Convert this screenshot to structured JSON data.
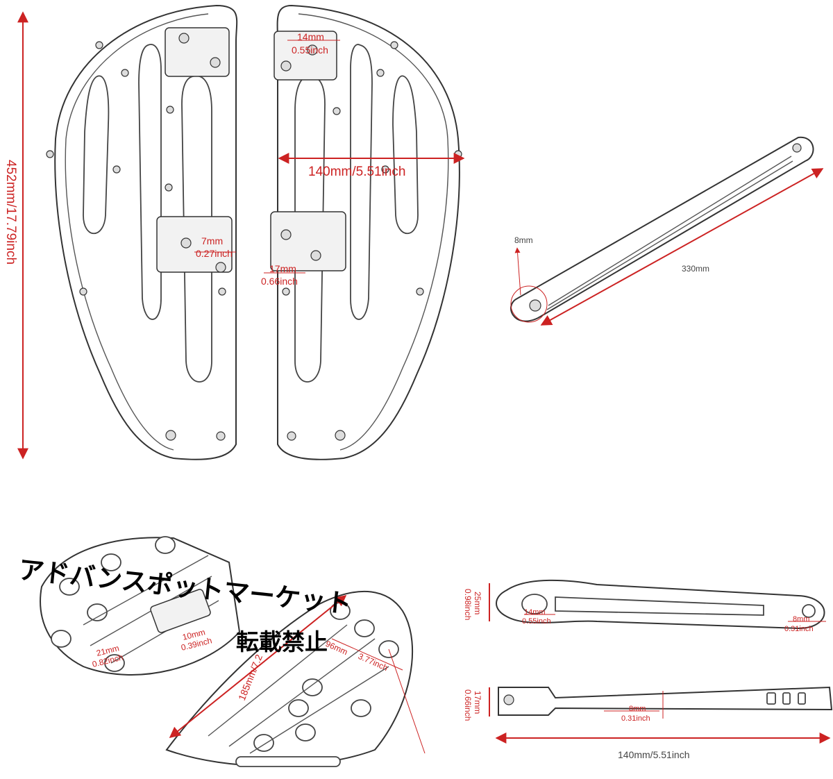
{
  "top_diagram": {
    "height_label": "452mm/17.79inch",
    "width_label": "140mm/5.51inch",
    "hinge_top": {
      "mm": "14mm",
      "inch": "0.55inch"
    },
    "hinge_mid_left": {
      "mm": "7mm",
      "inch": "0.27inch"
    },
    "hinge_mid_right": {
      "mm": "17mm",
      "inch": "0.66inch"
    }
  },
  "rod_diagram": {
    "length_label": "330mm",
    "hole_label": "8mm"
  },
  "bottom_diagram": {
    "length_label": "185mm/7.2",
    "left_width": {
      "mm": "21mm",
      "inch": "0.82inch"
    },
    "bracket": {
      "mm": "10mm",
      "inch": "0.39inch"
    },
    "right_width": {
      "mm": "96mm",
      "inch": "3.77inch"
    }
  },
  "lever_diagram": {
    "height_top": {
      "mm": "25mm",
      "inch": "0.98inch"
    },
    "hole_left": {
      "mm": "14mm",
      "inch": "0.55inch"
    },
    "hole_right": {
      "mm": "8mm",
      "inch": "0.31inch"
    },
    "height_bottom": {
      "mm": "17mm",
      "inch": "0.66inch"
    },
    "slot": {
      "mm": "8mm",
      "inch": "0.31inch"
    },
    "length_label": "140mm/5.51inch"
  },
  "watermark": {
    "line1": "アドバンスポットマーケット",
    "line2": "転載禁止"
  }
}
